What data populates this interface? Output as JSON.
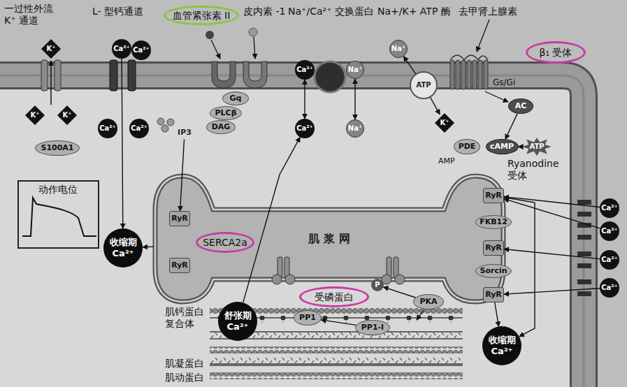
{
  "diagram": {
    "nodes": [
      {
        "text": [
          "肌 浆 网"
        ]
      },
      {
        "text": [
          "RyR"
        ],
        "in": 0
      },
      {
        "text": [
          "RyR"
        ],
        "in": 0
      },
      {
        "text": [
          "RyR"
        ],
        "in": 0
      },
      {
        "text": [
          "FKB12"
        ],
        "in": 0
      },
      {
        "text": [
          "RyR"
        ],
        "in": 0
      },
      {
        "text": [
          "Sorcin"
        ],
        "in": 0
      },
      {
        "text": [
          "RyR"
        ],
        "in": 0
      },
      {
        "text": [
          "血管紧张素 II"
        ]
      },
      {
        "text": [
          "β₁ 受体"
        ]
      },
      {
        "text": [
          "K⁺"
        ]
      },
      {
        "text": [
          "Ca²⁺"
        ]
      },
      {
        "text": [
          "Ca²⁺"
        ]
      },
      {
        "text": [
          "Ca²⁺"
        ]
      },
      {
        "text": [
          "Na⁺"
        ]
      },
      {
        "text": [
          "Na⁺"
        ]
      },
      {
        "text": [
          "Gq"
        ]
      },
      {
        "text": [
          "PLCβ"
        ]
      },
      {
        "text": [
          "DAG"
        ]
      },
      {
        "text": [
          "K⁺"
        ]
      },
      {
        "text": [
          "K⁺"
        ]
      },
      {
        "text": [
          "Ca²⁺"
        ]
      },
      {
        "text": [
          "Ca²⁺"
        ]
      },
      {
        "text": [
          "Ca²⁺"
        ]
      },
      {
        "text": [
          "Na⁺"
        ]
      },
      {
        "text": [
          "K⁺"
        ]
      },
      {
        "text": [
          "ATP"
        ]
      },
      {
        "text": [
          "AC"
        ]
      },
      {
        "text": [
          "PDE"
        ]
      },
      {
        "text": [
          "cAMP"
        ]
      },
      {
        "text": [
          "ATP"
        ]
      },
      {
        "text": [
          "S100A1"
        ]
      },
      {
        "text": [
          "IP3"
        ]
      },
      {
        "text": [
          "动作电位"
        ]
      },
      {
        "text": [
          "收缩期 Ca²⁺"
        ]
      },
      {
        "text": [
          "SERCA2a"
        ]
      },
      {
        "text": [
          "舒张期 Ca²⁺"
        ]
      },
      {
        "text": [
          "受磷蛋白"
        ]
      },
      {
        "text": [
          "P"
        ]
      },
      {
        "text": [
          "PP1"
        ]
      },
      {
        "text": [
          "PP1-I"
        ]
      },
      {
        "text": [
          "PKA"
        ]
      },
      {
        "text": [
          "收缩期 Ca²⁺"
        ]
      },
      {
        "text": [
          "Ca²⁺"
        ]
      },
      {
        "text": [
          "Ca²⁺"
        ]
      },
      {
        "text": [
          "Ca²⁺"
        ]
      },
      {
        "text": [
          "Ca²⁺"
        ]
      }
    ],
    "edges": [
      {
        "from": 32,
        "to": 1,
        "arrow": "to"
      },
      {
        "from": 0,
        "to": 34,
        "arrow": "to"
      },
      {
        "from": 11,
        "to": 34,
        "arrow": "to"
      },
      {
        "from": 13,
        "to": 23,
        "arrow": "both"
      },
      {
        "from": 14,
        "to": 24,
        "arrow": "both"
      },
      {
        "from": 26,
        "to": 15,
        "arrow": "to"
      },
      {
        "from": 26,
        "to": 25,
        "arrow": "to"
      },
      {
        "from": 27,
        "to": 29,
        "arrow": "to"
      },
      {
        "from": 30,
        "to": 29,
        "arrow": "to"
      },
      {
        "from": 36,
        "to": 23,
        "arrow": "to"
      },
      {
        "from": 41,
        "to": 38,
        "arrow": "to"
      },
      {
        "from": 40,
        "to": 39,
        "arrow": "to"
      },
      {
        "from": 43,
        "to": 3,
        "arrow": "to"
      },
      {
        "from": 44,
        "to": 3,
        "arrow": "to"
      },
      {
        "from": 45,
        "to": 5,
        "arrow": "to"
      },
      {
        "from": 46,
        "to": 7,
        "arrow": "to"
      },
      {
        "from": 3,
        "to": 42,
        "arrow": "to"
      },
      {
        "from": 7,
        "to": 42,
        "arrow": "to"
      }
    ],
    "labels": [
      "一过性外流 K⁺ 通道",
      "L- 型钙通道",
      "皮内素 -1",
      "Na⁺/Ca²⁺ 交换蛋白",
      "Na+/K+ ATP 酶",
      "去甲肾上腺素",
      "Gs/Gi",
      "AMP",
      "Ryanodine 受体",
      "肌钙蛋白 复合体",
      "肌凝蛋白",
      "肌动蛋白"
    ]
  }
}
